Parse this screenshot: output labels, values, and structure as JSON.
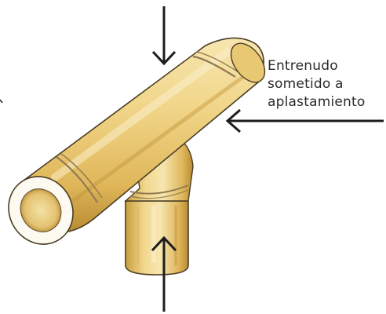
{
  "annotation": {
    "lines": [
      "Entrenudo",
      "sometido a",
      "aplastamiento"
    ]
  },
  "colors": {
    "bamboo_light": "#f3dc97",
    "bamboo_mid": "#e2bb5c",
    "bamboo_dark": "#b98d33",
    "outline": "#4a3d24",
    "node_band": "#8f7a52",
    "arrow": "#1d1d1d"
  }
}
